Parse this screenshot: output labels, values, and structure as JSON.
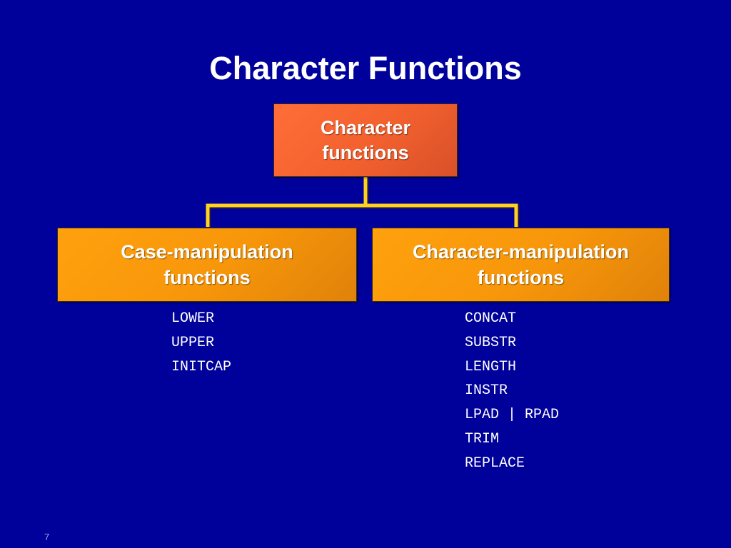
{
  "slide": {
    "title": "Character Functions",
    "page_number": "7"
  },
  "diagram": {
    "root": {
      "line1": "Character",
      "line2": "functions"
    },
    "children": [
      {
        "line1": "Case-manipulation",
        "line2": "functions",
        "items": [
          "LOWER",
          "UPPER",
          "INITCAP"
        ]
      },
      {
        "line1": "Character-manipulation",
        "line2": "functions",
        "items": [
          "CONCAT",
          "SUBSTR",
          "LENGTH",
          "INSTR",
          "LPAD | RPAD",
          "TRIM",
          "REPLACE"
        ]
      }
    ]
  },
  "colors": {
    "background": "#00009a",
    "root_box": "#f2602e",
    "child_box": "#f7960a",
    "connector": "#ffd21f",
    "text": "#ffffff"
  }
}
